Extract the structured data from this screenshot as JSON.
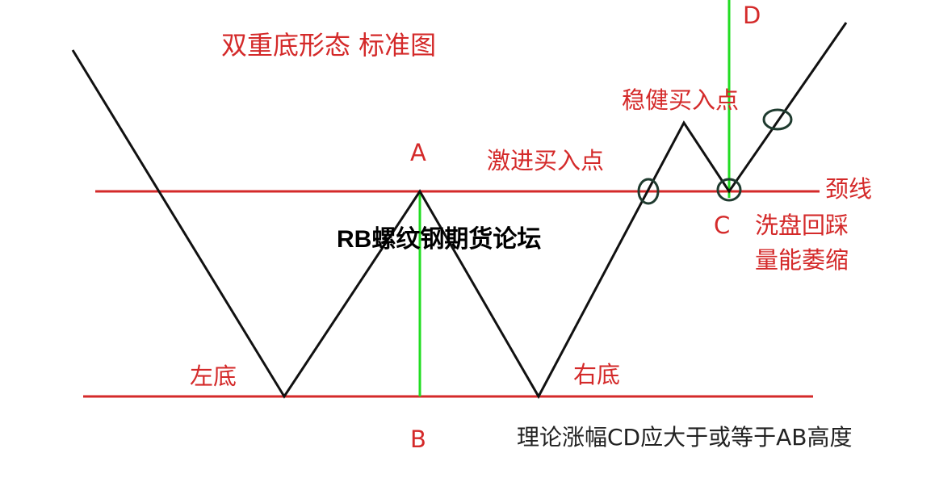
{
  "title": "双重底形态 标准图",
  "watermark": "RB螺纹钢期货论坛",
  "labels": {
    "A": "A",
    "B": "B",
    "C": "C",
    "D": "D",
    "neckline": "颈线",
    "left_bottom": "左底",
    "right_bottom": "右底",
    "aggressive_buy": "激进买入点",
    "steady_buy": "稳健买入点",
    "washout_line1": "洗盘回踩",
    "washout_line2": "量能萎缩",
    "note": "理论涨幅CD应大于或等于AB高度"
  },
  "colors": {
    "red": "#d42a2a",
    "green": "#22dd22",
    "black": "#111111",
    "ellipse": "#1f3b2f"
  }
}
